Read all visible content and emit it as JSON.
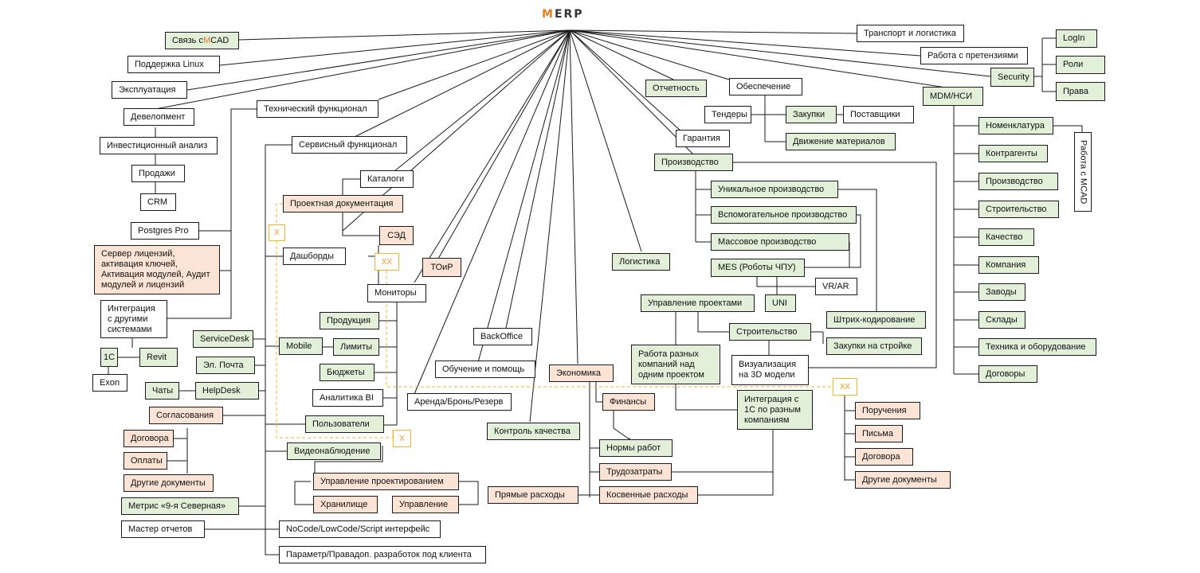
{
  "logo": {
    "initial": "M",
    "rest": "ERP",
    "accent_color": "#e67e22"
  },
  "colors": {
    "green": "#e2efd9",
    "peach": "#fbe4d5",
    "dashed": "#f0b429"
  },
  "nodes": {
    "svyaz_prefix": "Связь с ",
    "svyaz_accent": "M",
    "svyaz_suffix": "CAD",
    "podderzhka": "Поддержка Linux",
    "ekspluatatsiya": "Эксплуатация",
    "development": "Девелопмент",
    "invest": "Инвестиционный анализ",
    "prodazhi": "Продажи",
    "crm": "CRM",
    "postgres": "Postgres Pro",
    "license": "Сервер лицензий, активация ключей, Активация модулей, Аудит модулей и лицензий",
    "integration_other": "Интеграция с другими системами",
    "onec": "1С",
    "revit": "Revit",
    "exon": "Exon",
    "tech_func": "Технический функционал",
    "service_func": "Сервисный функционал",
    "katalogi": "Каталоги",
    "proekt_doc": "Проектная документация",
    "sed": "СЭД",
    "dashbordy": "Дашборды",
    "toir": "ТОиР",
    "monitory": "Мониторы",
    "produktsiya": "Продукция",
    "limity": "Лимиты",
    "byudzhety": "Бюджеты",
    "analitika": "Аналитика BI",
    "polzovateli": "Пользователи",
    "servicedesk": "ServiceDesk",
    "mobile": "Mobile",
    "el_pochta": "Эл. Почта",
    "chaty": "Чаты",
    "helpdesk": "HelpDesk",
    "soglasovaniya": "Согласования",
    "dogovora_l": "Договора",
    "oplaty": "Оплаты",
    "drugie_l": "Другие документы",
    "metris": "Метрис «9-я Северная»",
    "master": "Мастер отчетов",
    "videonablyudenie": "Видеонаблюдение",
    "upr_proektirovaniem": "Управление проектированием",
    "khranilishche": "Хранилище",
    "upravlenie": "Управление",
    "nocode": "NoCode/LowCode/Script интерфейс",
    "parametr": "Параметр/Правадоп. разработок под клиента",
    "backoffice": "BackOffice",
    "obuchenie": "Обучение и помощь",
    "arenda": "Аренда/Бронь/Резерв",
    "kontrol": "Контроль качества",
    "logistika": "Логистика",
    "ekonomika": "Экономика",
    "finansy": "Финансы",
    "normy": "Нормы работ",
    "trudozatraty": "Трудозатраты",
    "kosvennye": "Косвенные расходы",
    "pryamye": "Прямые расходы",
    "otchetnost": "Отчетность",
    "obespechenie": "Обеспечение",
    "tendery": "Тендеры",
    "zakupki": "Закупки",
    "postavshchiki": "Поставщики",
    "dvizhenie": "Движение материалов",
    "garantiya": "Гарантия",
    "proizvodstvo": "Производство",
    "unikalnoe": "Уникальное производство",
    "vspomogatelnoe": "Вспомогательное производство",
    "massovoe": "Массовое производство",
    "mes": "MES (Роботы ЧПУ)",
    "vrar": "VR/AR",
    "uni": "UNI",
    "upr_proektami": "Управление проектами",
    "shtrikh": "Штрих-кодирование",
    "stroitelstvo_c": "Строительство",
    "zakupki_stroyke": "Закупки на стройке",
    "rabota_raznykh": "Работа разных компаний над одним проектом",
    "vizualizatsiya": "Визуализация на 3D модели",
    "integratsiya_1c": "Интеграция с 1С по разным компаниям",
    "porucheniya": "Поручения",
    "pisma": "Письма",
    "dogovora_r": "Договора",
    "drugie_r": "Другие документы",
    "transport": "Транспорт и логистика",
    "pretenzii": "Работа с претензиями",
    "security": "Security",
    "login": "LogIn",
    "roli": "Роли",
    "prava": "Права",
    "mdm": "MDM/НСИ",
    "nomenklatura": "Номенклатура",
    "kontragenty": "Контрагенты",
    "proizvodstvo_r": "Производство",
    "stroitelstvo_r": "Строительство",
    "kachestvo": "Качество",
    "kompaniya": "Компания",
    "zavody": "Заводы",
    "sklady": "Склады",
    "tekhnika": "Техника и оборудование",
    "dogovory": "Договоры",
    "rabota_mcad": "Работа с MCAD"
  },
  "markers": {
    "x": "X",
    "xx": "XX"
  }
}
